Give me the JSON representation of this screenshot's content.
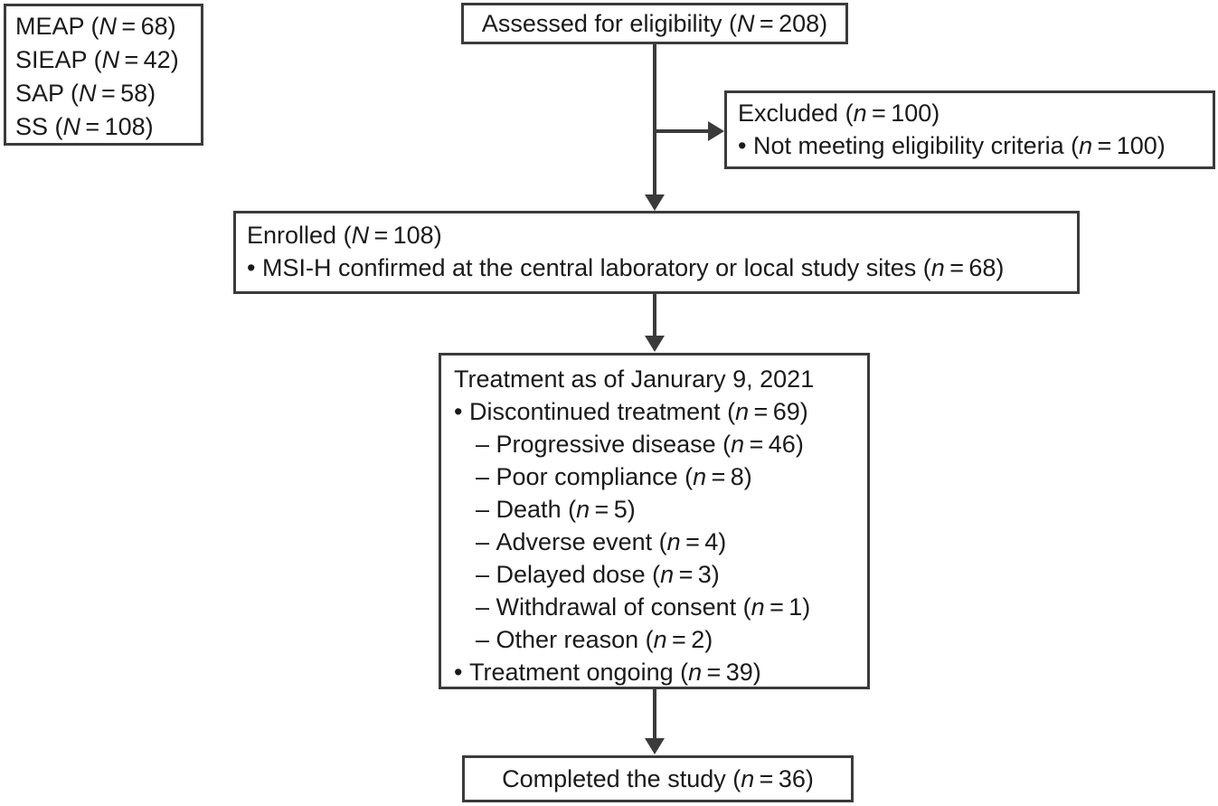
{
  "figure": {
    "type": "flowchart",
    "description": "CONSORT-style participant flow diagram"
  },
  "legend": {
    "lines": [
      {
        "label": "MEAP",
        "stat": "N",
        "value": "68"
      },
      {
        "label": "SIEAP",
        "stat": "N",
        "value": "42"
      },
      {
        "label": "SAP",
        "stat": "N",
        "value": "58"
      },
      {
        "label": "SS",
        "stat": "N",
        "value": "108"
      }
    ]
  },
  "assessed": {
    "title": "Assessed for eligibility",
    "stat": "N",
    "value": "208"
  },
  "excluded": {
    "title": "Excluded",
    "stat": "n",
    "value": "100",
    "items": [
      {
        "text": "Not meeting eligibility criteria",
        "stat": "n",
        "value": "100"
      }
    ]
  },
  "enrolled": {
    "title": "Enrolled",
    "stat": "N",
    "value": "108",
    "items": [
      {
        "text": "MSI-H confirmed at the central laboratory or local study sites",
        "stat": "n",
        "value": "68"
      }
    ]
  },
  "treatment": {
    "title": "Treatment as of Janurary 9, 2021",
    "items": [
      {
        "marker": "bullet",
        "text": "Discontinued treatment",
        "stat": "n",
        "value": "69"
      },
      {
        "marker": "dash",
        "text": "Progressive disease",
        "stat": "n",
        "value": "46"
      },
      {
        "marker": "dash",
        "text": "Poor compliance",
        "stat": "n",
        "value": "8"
      },
      {
        "marker": "dash",
        "text": "Death",
        "stat": "n",
        "value": "5"
      },
      {
        "marker": "dash",
        "text": "Adverse event",
        "stat": "n",
        "value": "4"
      },
      {
        "marker": "dash",
        "text": "Delayed dose",
        "stat": "n",
        "value": "3"
      },
      {
        "marker": "dash",
        "text": "Withdrawal of consent",
        "stat": "n",
        "value": "1"
      },
      {
        "marker": "dash",
        "text": "Other reason",
        "stat": "n",
        "value": "2"
      },
      {
        "marker": "bullet",
        "text": "Treatment ongoing",
        "stat": "n",
        "value": "39"
      }
    ]
  },
  "completed": {
    "title": "Completed the study",
    "stat": "n",
    "value": "36"
  },
  "colors": {
    "line": "#3b3b3b",
    "text": "#1a1a1a",
    "background": "#ffffff"
  }
}
